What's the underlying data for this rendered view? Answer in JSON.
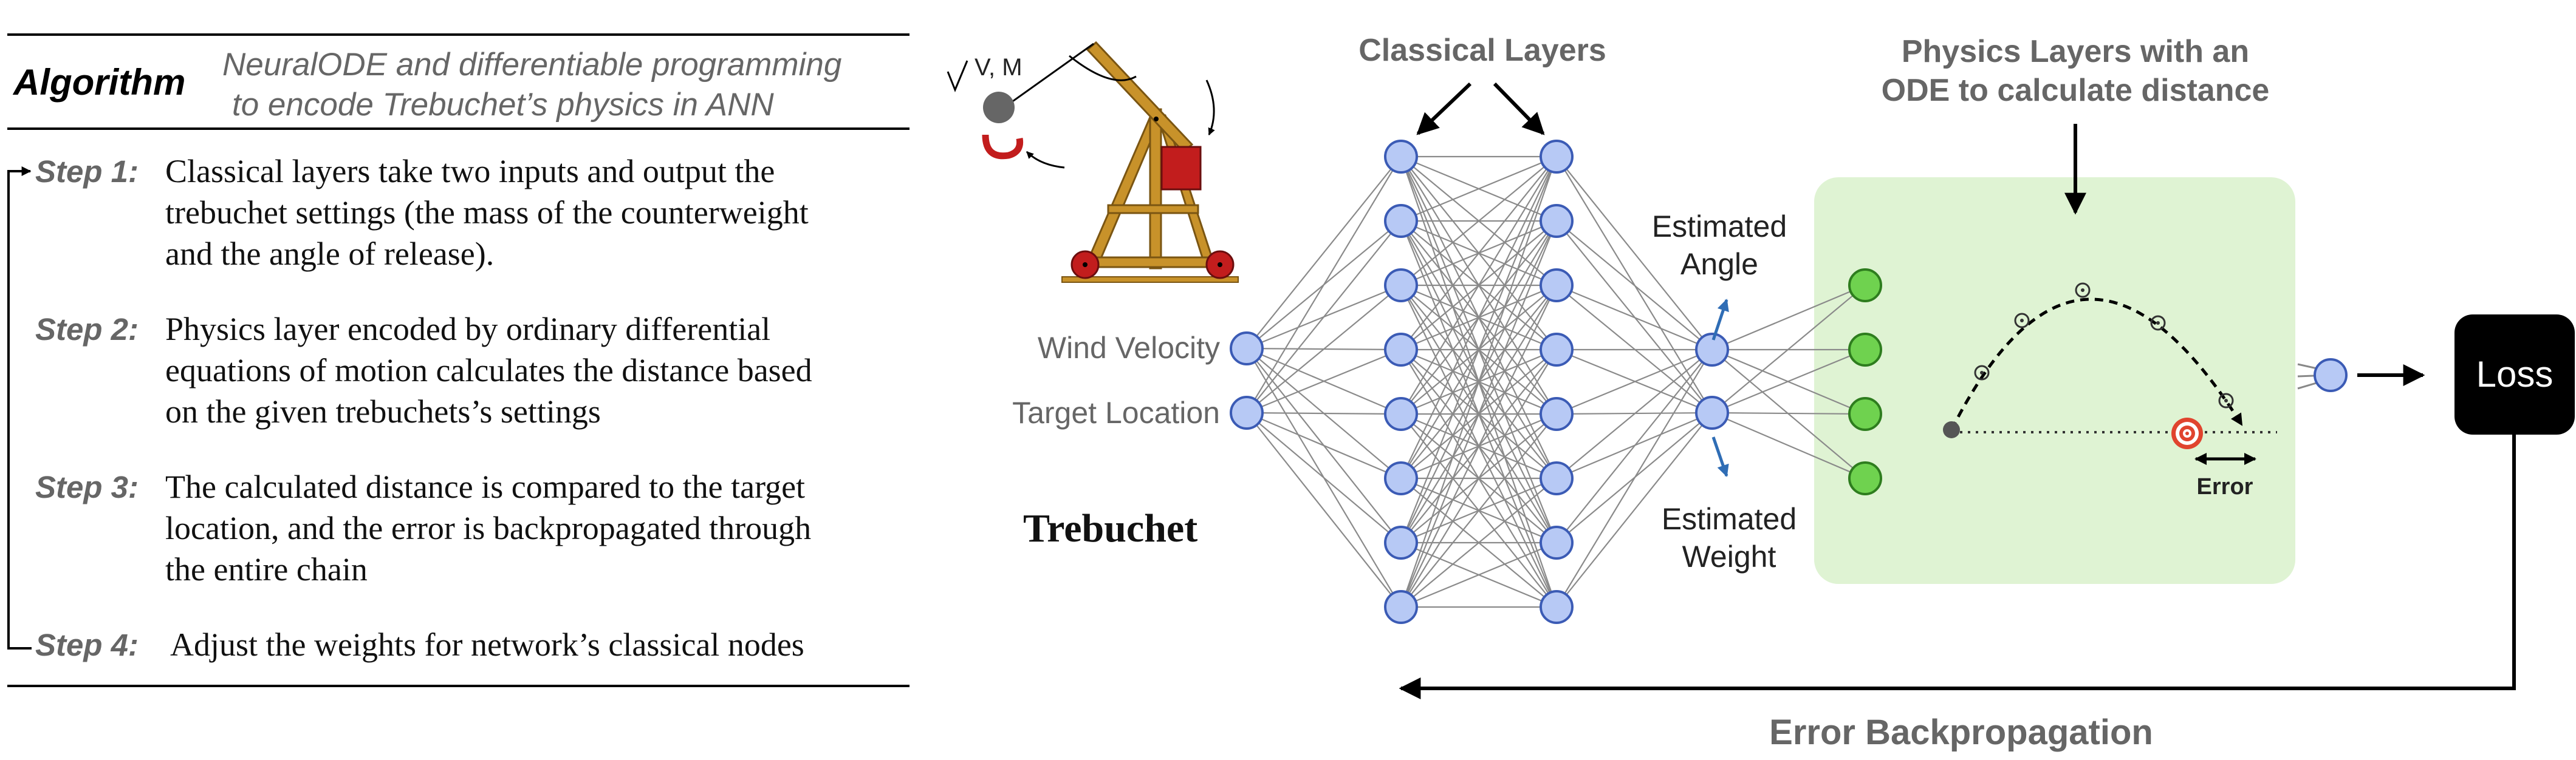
{
  "algorithm": {
    "title": "Algorithm",
    "subtitle_line1": "NeuralODE and differentiable programming",
    "subtitle_line2": "to encode Trebuchet’s physics in ANN",
    "steps": [
      {
        "label": "Step 1:",
        "lines": [
          "Classical layers take two inputs and output the",
          "trebuchet settings (the mass of the counterweight",
          "and the angle of release)."
        ]
      },
      {
        "label": "Step 2:",
        "lines": [
          "Physics layer encoded by ordinary differential",
          "equations of motion calculates the distance based",
          "on the given trebuchets’s settings"
        ]
      },
      {
        "label": "Step 3:",
        "lines": [
          "The calculated distance is compared to the target",
          "location, and the error is backpropagated through",
          "the entire chain"
        ]
      },
      {
        "label": "Step 4:",
        "lines": [
          "Adjust the weights for network’s classical nodes"
        ]
      }
    ]
  },
  "diagram": {
    "trebuchet_label": "Trebuchet",
    "vm_label": "V, M",
    "inputs": [
      "Wind Velocity",
      "Target Location"
    ],
    "classical_layers_label": "Classical Layers",
    "physics_label_line1": "Physics Layers with an",
    "physics_label_line2": "ODE to calculate distance",
    "estimated_angle_line1": "Estimated",
    "estimated_angle_line2": "Angle",
    "estimated_weight_line1": "Estimated",
    "estimated_weight_line2": "Weight",
    "error_label": "Error",
    "loss_label": "Loss",
    "backprop_label": "Error Backpropagation"
  },
  "colors": {
    "node_blue_fill": "#b7c9f5",
    "node_blue_stroke": "#3b5bb5",
    "node_green_fill": "#6fd24f",
    "node_green_stroke": "#2e7d1e",
    "physics_box": "#dff3d3",
    "loss_box": "#000000",
    "arrow_blue": "#2f6db5",
    "target_red": "#e0442e",
    "trebuchet_wood": "#c8922a",
    "trebuchet_wheel": "#c21d1d"
  },
  "icons": [
    "trebuchet-icon",
    "target-icon",
    "projectile-icon"
  ]
}
